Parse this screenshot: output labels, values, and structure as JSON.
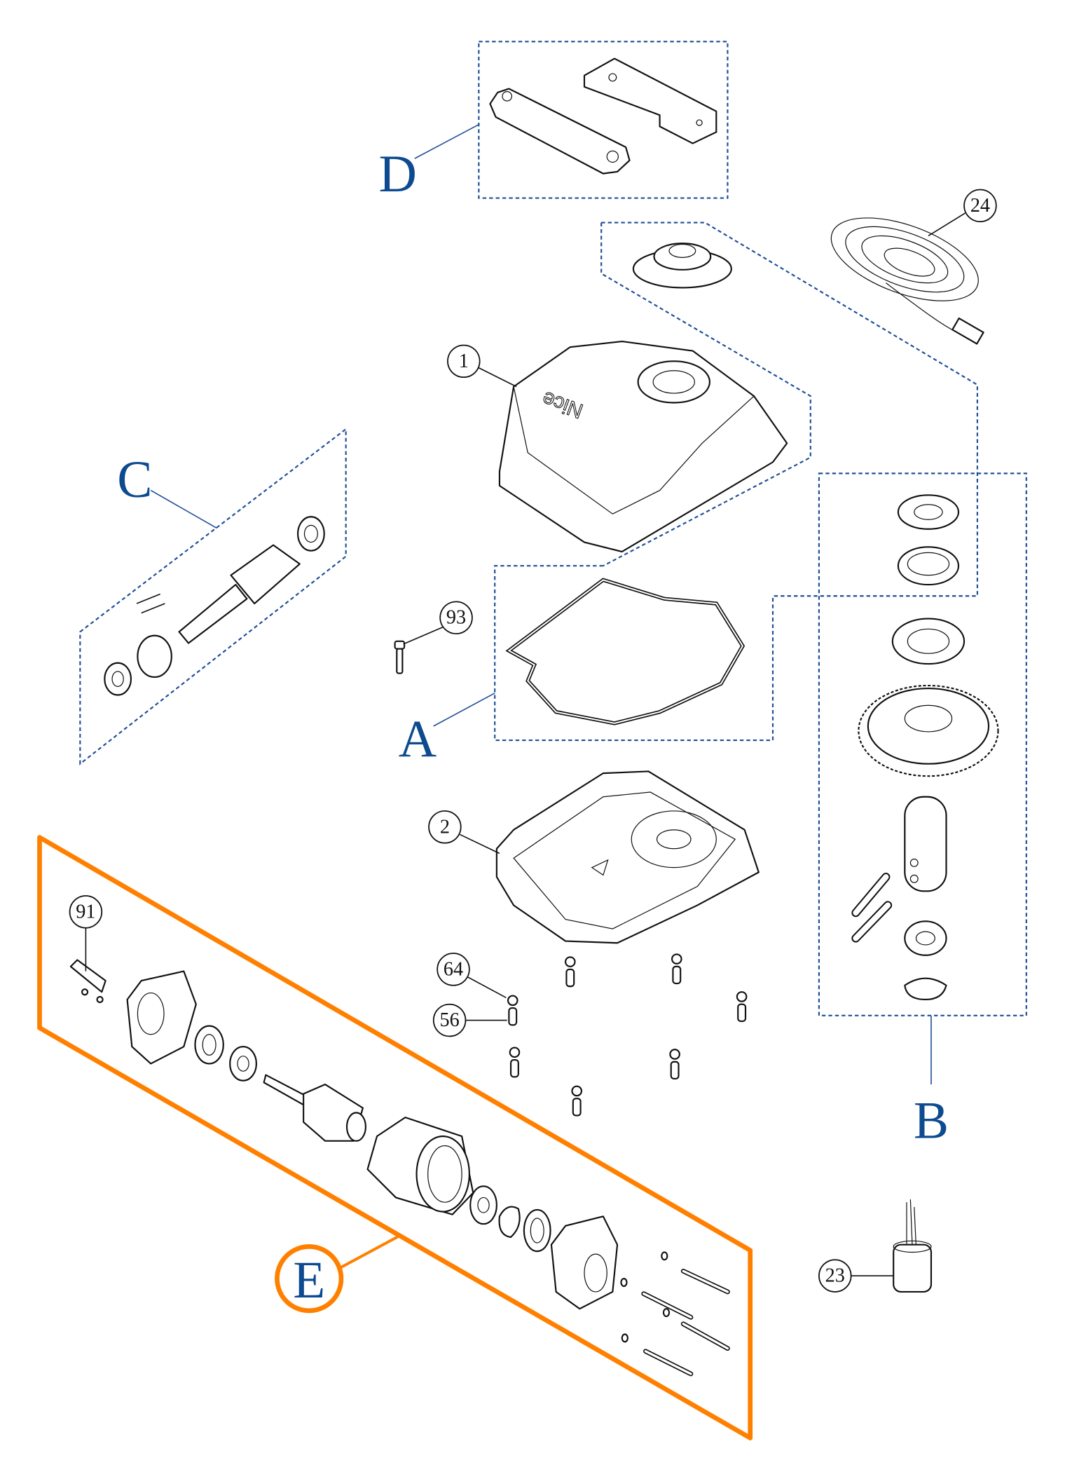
{
  "groups": {
    "A": "A",
    "B": "B",
    "C": "C",
    "D": "D",
    "E": "E"
  },
  "callouts": {
    "c1": "1",
    "c2": "2",
    "c23": "23",
    "c24": "24",
    "c56": "56",
    "c64": "64",
    "c91": "91",
    "c93": "93"
  },
  "colors": {
    "group_outline": "#1f4e96",
    "highlight": "#ff8000",
    "letters": "#0d4a8f"
  },
  "logo_text": "Nice"
}
